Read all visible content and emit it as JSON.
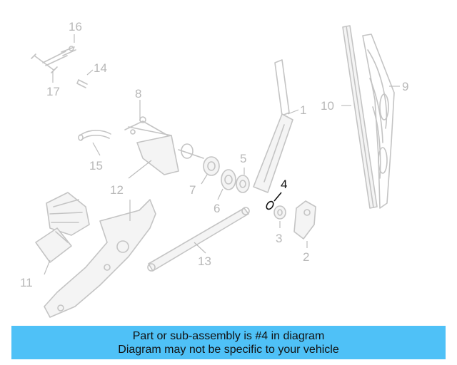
{
  "diagram": {
    "highlighted_part": "4",
    "highlight_color": "#111111",
    "part_color": "#c4c4c4",
    "callouts": [
      {
        "id": "c1",
        "label": "1"
      },
      {
        "id": "c2",
        "label": "2"
      },
      {
        "id": "c3",
        "label": "3"
      },
      {
        "id": "c4",
        "label": "4"
      },
      {
        "id": "c5",
        "label": "5"
      },
      {
        "id": "c6",
        "label": "6"
      },
      {
        "id": "c7",
        "label": "7"
      },
      {
        "id": "c8",
        "label": "8"
      },
      {
        "id": "c9",
        "label": "9"
      },
      {
        "id": "c10",
        "label": "10"
      },
      {
        "id": "c11",
        "label": "11"
      },
      {
        "id": "c12",
        "label": "12"
      },
      {
        "id": "c13",
        "label": "13"
      },
      {
        "id": "c14",
        "label": "14"
      },
      {
        "id": "c15",
        "label": "15"
      },
      {
        "id": "c16",
        "label": "16"
      },
      {
        "id": "c17",
        "label": "17"
      }
    ]
  },
  "banner": {
    "line1": "Part or sub-assembly is #4 in diagram",
    "line2": "Diagram may not be specific to your vehicle",
    "background": "#4fc1f7"
  }
}
